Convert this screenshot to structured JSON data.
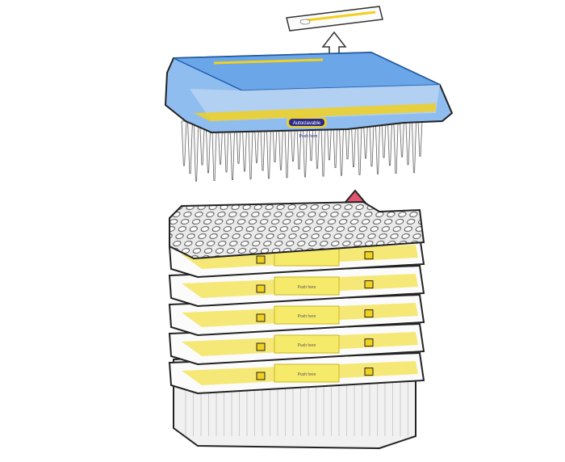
{
  "lid": {
    "badge_label": "Autoclavable",
    "push_label": "Push here"
  },
  "trays": {
    "push_label": "Push here"
  },
  "colors": {
    "lid_blue": "#5b9be0",
    "lid_edge": "#1f5fb0",
    "tray_yellow": "#f3e24a",
    "arrow_red": "#e0546e",
    "outline": "#2b2b2b"
  }
}
